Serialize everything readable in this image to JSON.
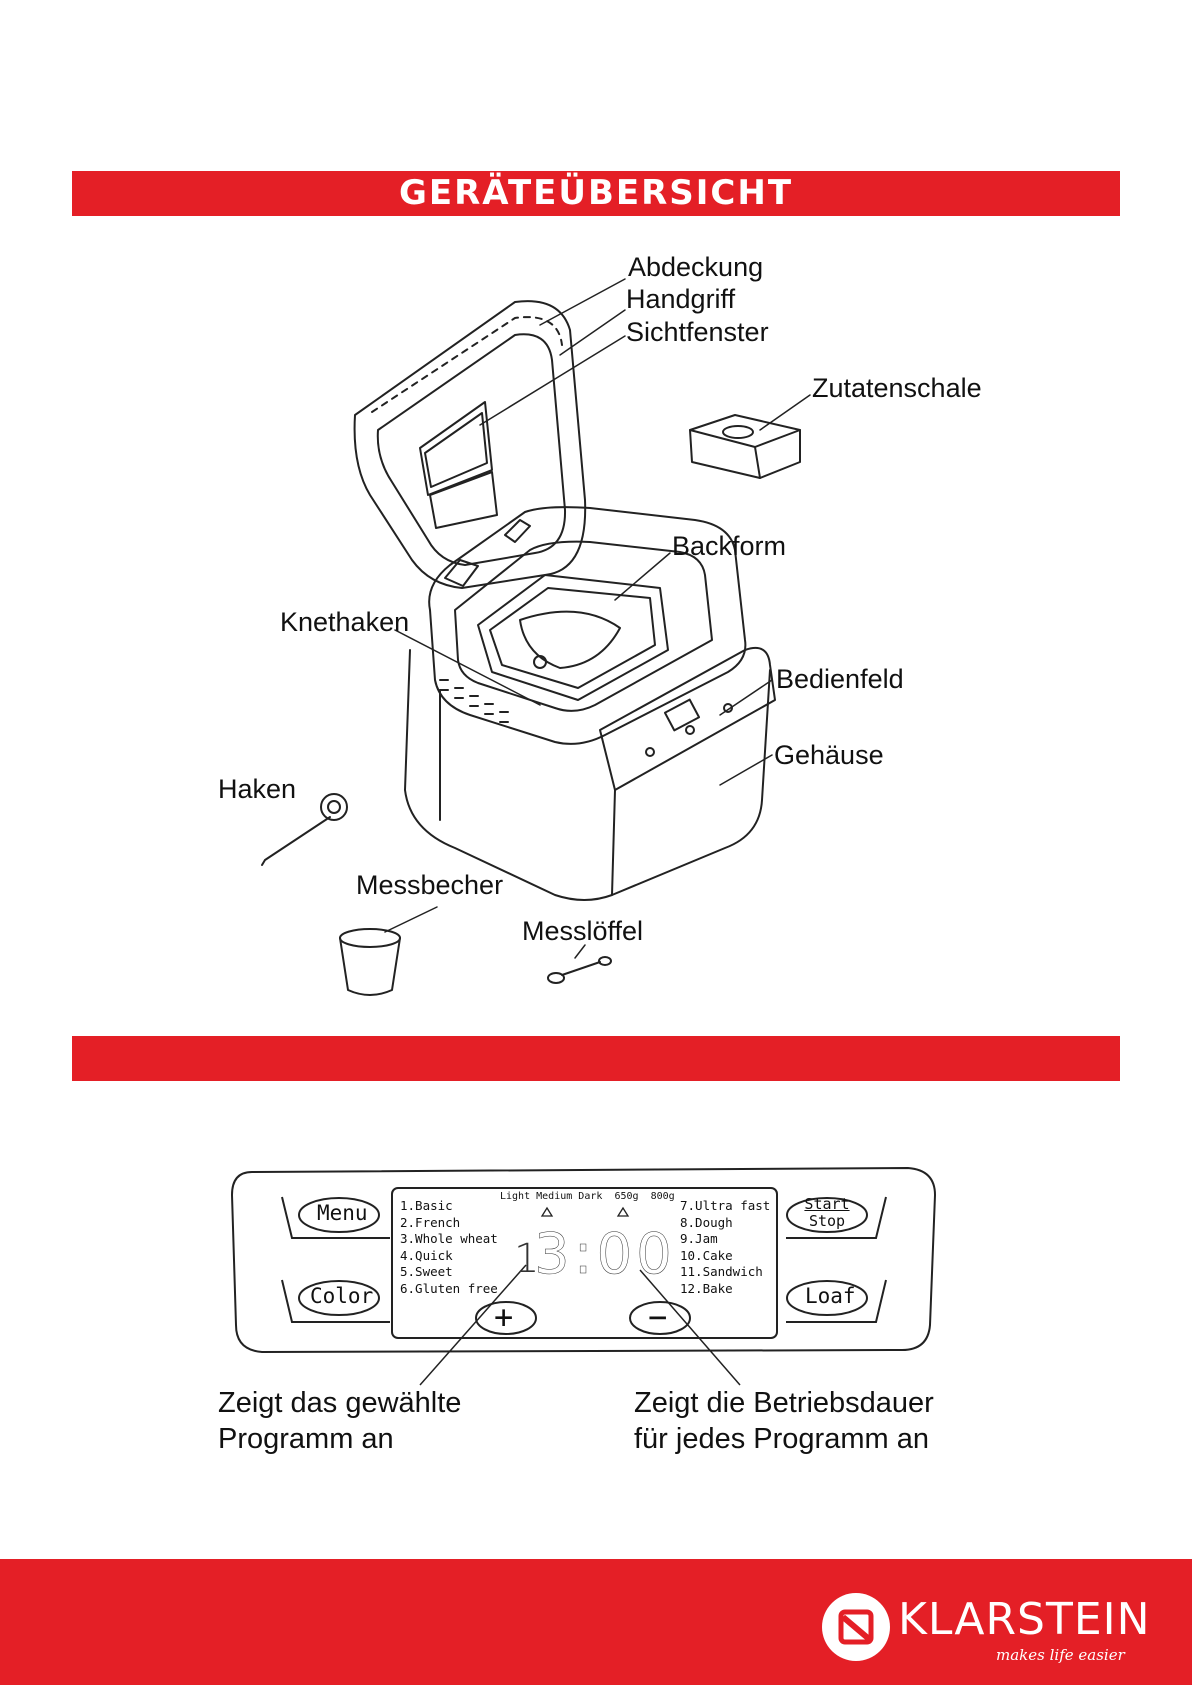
{
  "section1": {
    "title": "GERÄTEÜBERSICHT"
  },
  "section2": {
    "title": ""
  },
  "parts": {
    "abdeckung": "Abdeckung",
    "handgriff": "Handgriff",
    "sichtfenster": "Sichtfenster",
    "zutatenschale": "Zutatenschale",
    "backform": "Backform",
    "knethaken": "Knethaken",
    "bedienfeld": "Bedienfeld",
    "gehaeuse": "Gehäuse",
    "haken": "Haken",
    "messbecher": "Messbecher",
    "messloeffel": "Messlöffel"
  },
  "control_panel": {
    "buttons": {
      "menu": "Menu",
      "color": "Color",
      "start": "Start",
      "stop": "Stop",
      "loaf": "Loaf",
      "plus": "+",
      "minus": "−"
    },
    "indicators": {
      "light": "Light",
      "medium": "Medium",
      "dark": "Dark",
      "w650": "650g",
      "w800": "800g"
    },
    "display": {
      "program": "1",
      "time": "3:00"
    },
    "programs_left": [
      "1.Basic",
      "2.French",
      "3.Whole wheat",
      "4.Quick",
      "5.Sweet",
      "6.Gluten free"
    ],
    "programs_right": [
      "7.Ultra fast",
      "8.Dough",
      "9.Jam",
      "10.Cake",
      "11.Sandwich",
      "12.Bake"
    ]
  },
  "captions": {
    "left_line1": "Zeigt das gewählte",
    "left_line2": "Programm an",
    "right_line1": "Zeigt die Betriebsdauer",
    "right_line2": "für jedes Programm an"
  },
  "footer": {
    "brand": "KLARSTEIN",
    "tagline": "makes life easier"
  },
  "colors": {
    "accent": "#e41f26",
    "text": "#111111",
    "background": "#ffffff"
  }
}
